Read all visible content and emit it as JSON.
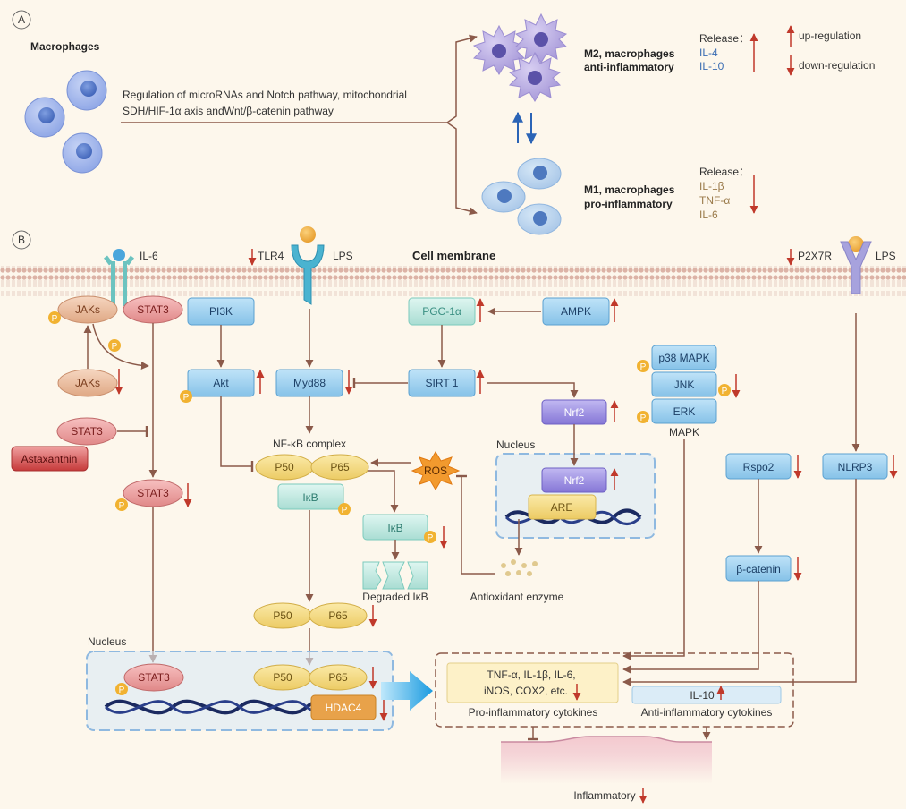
{
  "panel_a": {
    "badge": "A",
    "macrophages": "Macrophages",
    "regulation_line1": "Regulation of microRNAs and Notch pathway, mitochondrial",
    "regulation_line2": "SDH/HIF-1α axis andWnt/β-catenin pathway",
    "m2_line1": "M2, macrophages",
    "m2_line2": "anti-inflammatory",
    "m1_line1": "M1, macrophages",
    "m1_line2": "pro-inflammatory",
    "release": "Release：",
    "m2_release": [
      "IL-4",
      "IL-10"
    ],
    "m1_release": [
      "IL-1β",
      "TNF-α",
      "IL-6"
    ],
    "legend_up": "up-regulation",
    "legend_down": "down-regulation"
  },
  "panel_b": {
    "badge": "B",
    "membrane": "Cell membrane",
    "il6": "IL-6",
    "tlr4": "TLR4",
    "lps": "LPS",
    "p2x7r": "P2X7R",
    "lps2": "LPS",
    "jaks": "JAKs",
    "jaks2": "JAKs",
    "stat3_top": "STAT3",
    "stat3_mid": "STAT3",
    "stat3_low": "STAT3",
    "stat3_nuc": "STAT3",
    "astaxanthin": "Astaxanthin",
    "pi3k": "PI3K",
    "akt": "Akt",
    "myd88": "Myd88",
    "pgc1a": "PGC-1α",
    "ampk": "AMPK",
    "sirt1": "SIRT 1",
    "nrf2": "Nrf2",
    "nrf2_nuc": "Nrf2",
    "are": "ARE",
    "nucleus": "Nucleus",
    "nucleus2": "Nucleus",
    "antioxidant": "Antioxidant enzyme",
    "p38": "p38 MAPK",
    "jnk": "JNK",
    "erk": "ERK",
    "mapk": "MAPK",
    "nfkb_complex": "NF-κB complex",
    "p50": "P50",
    "p65": "P65",
    "ikb": "IκB",
    "ros": "ROS",
    "ikb2": "IκB",
    "degraded": "Degraded IκB",
    "p50b": "P50",
    "p65b": "P65",
    "p50c": "P50",
    "p65c": "P65",
    "hdac4": "HDAC4",
    "rspo2": "Rspo2",
    "bcatenin": "β-catenin",
    "nlrp3": "NLRP3",
    "pro_line1": "TNF-α, IL-1β, IL-6,",
    "pro_line2": "iNOS, COX2, etc.",
    "pro_label": "Pro-inflammatory cytokines",
    "il10": "IL-10",
    "anti_label": "Anti-inflammatory cytokines",
    "inflammatory": "Inflammatory",
    "phospho": "P"
  },
  "colors": {
    "background": "#fdf7ec",
    "arrow": "#8b5a4a",
    "up_down": "#c0392b",
    "blue_box": "#a8d4f0",
    "green_box": "#c8ece6",
    "purple_box": "#9b8fe0",
    "yellow_oval": "#f5dc8a",
    "red_oval": "#e99a9a",
    "tan_oval": "#e8b99a"
  }
}
